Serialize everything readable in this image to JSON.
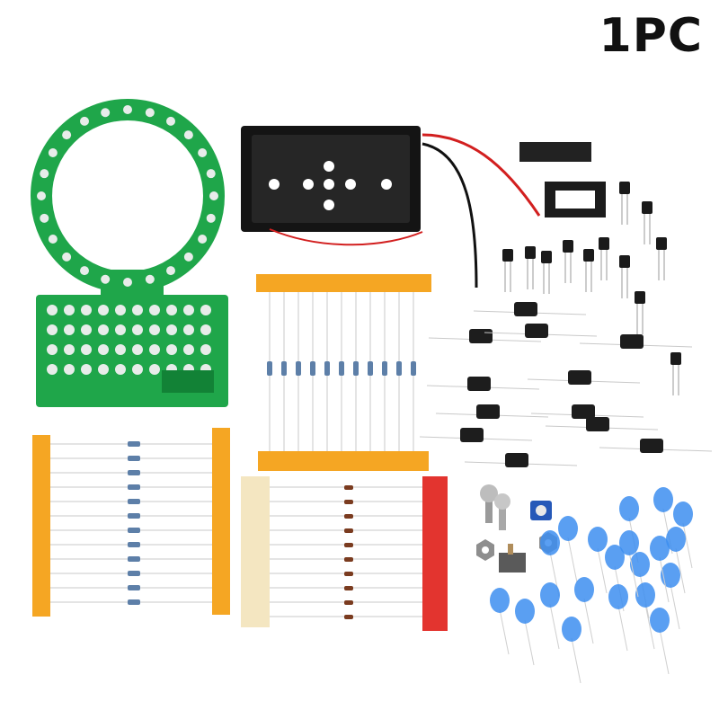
{
  "badge": {
    "quantity_label": "1PC"
  },
  "colors": {
    "pcb": "#1fa64a",
    "pcb_dark": "#128236",
    "pad": "#e8ecea",
    "battery_box": "#141414",
    "wire_red": "#d21f1f",
    "wire_black": "#111111",
    "tape_orange": "#f5a623",
    "tape_red": "#e3342f",
    "tape_cream": "#f4e6c1",
    "led_blue": "#3d8ef0",
    "resistor_body": "#5d7fa8",
    "diode_body": "#7a3b1f",
    "capacitor_body": "#1d1d1d",
    "transistor_body": "#1a1a1a"
  },
  "icons": [
    "pcb-ring-board",
    "battery-holder",
    "ic-chip",
    "ic-socket",
    "transistor",
    "capacitor",
    "resistor",
    "diode",
    "led",
    "potentiometer",
    "screw",
    "nut",
    "slide-switch"
  ]
}
